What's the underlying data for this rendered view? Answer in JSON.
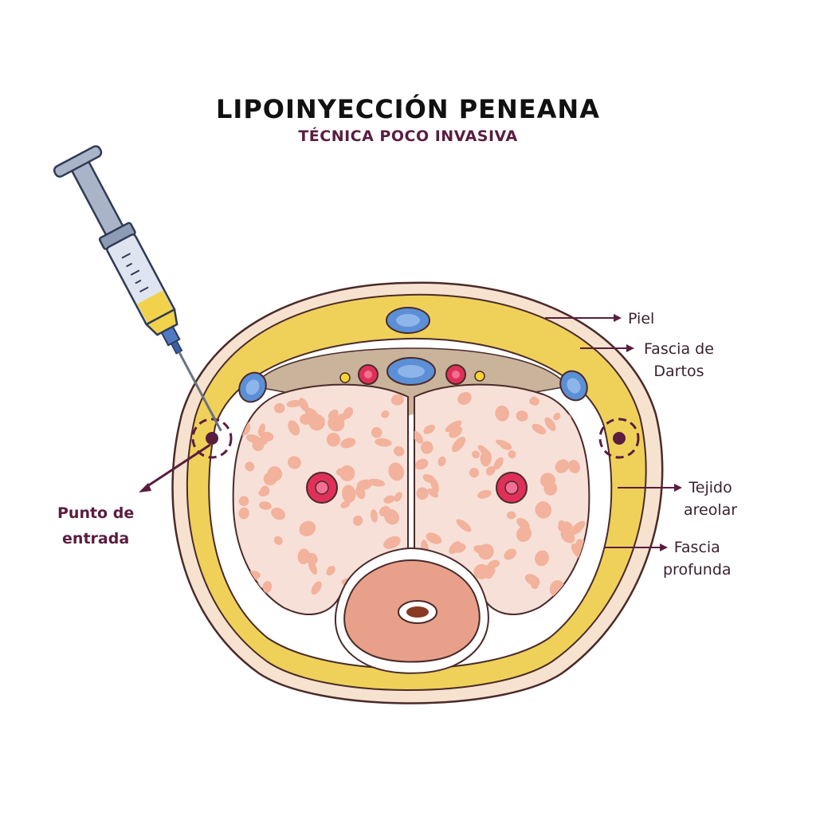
{
  "title": "LIPOINYECCIÓN PENEANA",
  "subtitle": "TÉCNICA POCO INVASIVA",
  "labels": {
    "piel": "Piel",
    "fascia_dartos_1": "Fascia de",
    "fascia_dartos_2": "Dartos",
    "tejido_1": "Tejido",
    "tejido_2": "areolar",
    "fascia_profunda_1": "Fascia",
    "fascia_profunda_2": "profunda",
    "entrada_1": "Punto de",
    "entrada_2": "entrada"
  },
  "colors": {
    "skin_outer": "#f6e2cf",
    "fat_layer": "#efd15a",
    "fascia": "#ffffff",
    "septum": "#c9b39a",
    "cavernosa": "#f7e0d8",
    "sinusoids": "#f2b29c",
    "artery": "#e0305a",
    "vein": "#5b8fd6",
    "urethra_body": "#e8a08a",
    "label_dark": "#5a1d3f"
  }
}
